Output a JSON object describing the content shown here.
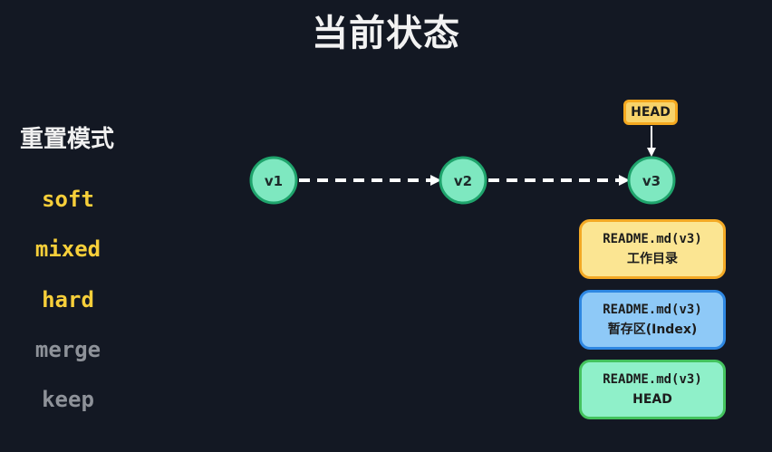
{
  "title": "当前状态",
  "reset_modes": {
    "heading": "重置模式",
    "items": [
      {
        "label": "soft",
        "state": "active"
      },
      {
        "label": "mixed",
        "state": "active"
      },
      {
        "label": "hard",
        "state": "active"
      },
      {
        "label": "merge",
        "state": "inactive"
      },
      {
        "label": "keep",
        "state": "inactive"
      }
    ]
  },
  "commit_graph": {
    "nodes": [
      "v1",
      "v2",
      "v3"
    ],
    "head_label": "HEAD",
    "head_points_to": "v3",
    "colors": {
      "node_fill": "#7ee8c0",
      "node_stroke": "#1fa46c",
      "edge": "#ffffff"
    }
  },
  "file_states": [
    {
      "file": "README.md(v3)",
      "area": "工作目录",
      "kind": "work"
    },
    {
      "file": "README.md(v3)",
      "area": "暂存区(Index)",
      "kind": "index"
    },
    {
      "file": "README.md(v3)",
      "area": "HEAD",
      "kind": "head"
    }
  ]
}
